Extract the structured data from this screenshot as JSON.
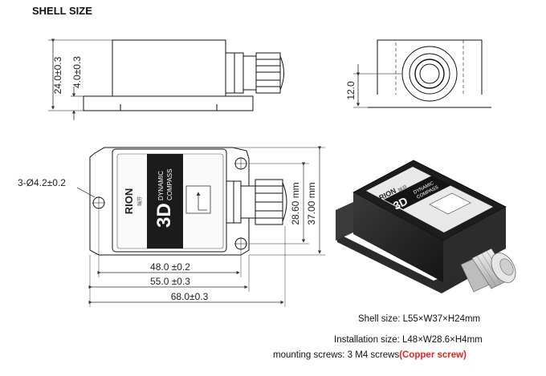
{
  "title": "SHELL SIZE",
  "side_view": {
    "height_dim": "24.0±0.3",
    "flange_dim": "4.0±0.3"
  },
  "end_view": {
    "port_height_dim": "12.0"
  },
  "top_view": {
    "hole_dim": "3-Ø4.2±0.2",
    "install_width_dim": "28.60 mm",
    "width_dim": "37.00 mm",
    "install_length_dim": "48.0 ±0.2",
    "body_length_dim": "55.0 ±0.3",
    "total_length_dim": "68.0±0.3",
    "label_3d": "3D",
    "label_dynamic": "DYNAMIC",
    "label_compass": "COMPASS",
    "brand": "RION",
    "brand_cn": "瑞芬"
  },
  "iso_view": {
    "label_3d": "3D",
    "label_dynamic": "DYNAMIC",
    "label_compass": "COMPASS",
    "brand": "RION",
    "brand_cn": "瑞芬"
  },
  "specs": {
    "shell_size": "Shell size: L55×W37×H24mm",
    "installation_size": "Installation size: L48×W28.6×H4mm",
    "mounting_screws": "mounting screws: 3 M4 screws",
    "mounting_note": "(Copper screw)"
  }
}
